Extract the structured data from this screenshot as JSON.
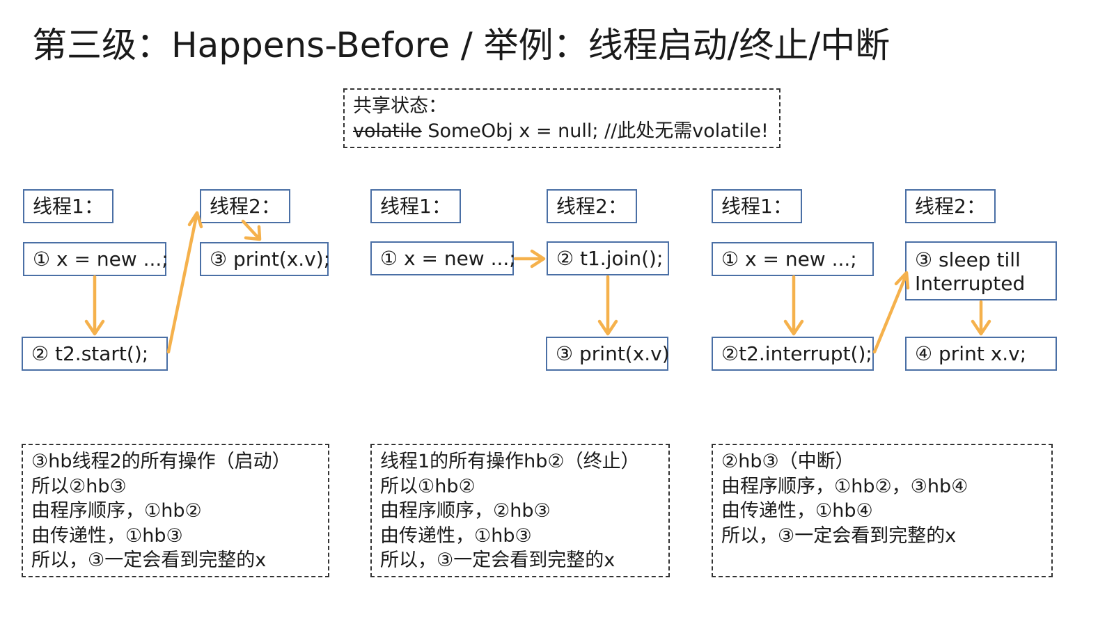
{
  "title": "第三级：Happens-Before / 举例：线程启动/终止/中断",
  "shared": {
    "heading": "共享状态：",
    "strike_word": "volatile",
    "code": " SomeObj x = null; //此处无需volatile!"
  },
  "arrow_color": "#f5b14c",
  "border_color": "#4a6fa5",
  "examples": [
    {
      "thread1_label": "线程1：",
      "thread2_label": "线程2：",
      "steps": {
        "s1": "① x = new ...;",
        "s2": "② t2.start();",
        "s3": "③ print(x.v);"
      },
      "note": [
        "③hb线程2的所有操作（启动）",
        "所以②hb③",
        "由程序顺序，①hb②",
        "由传递性，①hb③",
        "所以，③一定会看到完整的x"
      ]
    },
    {
      "thread1_label": "线程1：",
      "thread2_label": "线程2：",
      "steps": {
        "s1": "① x = new ...;",
        "s2": "② t1.join();",
        "s3": "③ print(x.v)"
      },
      "note": [
        "线程1的所有操作hb②（终止）",
        "所以①hb②",
        "由程序顺序，②hb③",
        "由传递性，①hb③",
        "所以，③一定会看到完整的x"
      ]
    },
    {
      "thread1_label": "线程1：",
      "thread2_label": "线程2：",
      "steps": {
        "s1": "① x = new ...;",
        "s2": "②t2.interrupt();",
        "s3_line1": "③ sleep till",
        "s3_line2": "Interrupted",
        "s4": "④ print x.v;"
      },
      "note": [
        "②hb③（中断）",
        "由程序顺序，①hb②，③hb④",
        "由传递性，①hb④",
        "所以，③一定会看到完整的x"
      ]
    }
  ]
}
